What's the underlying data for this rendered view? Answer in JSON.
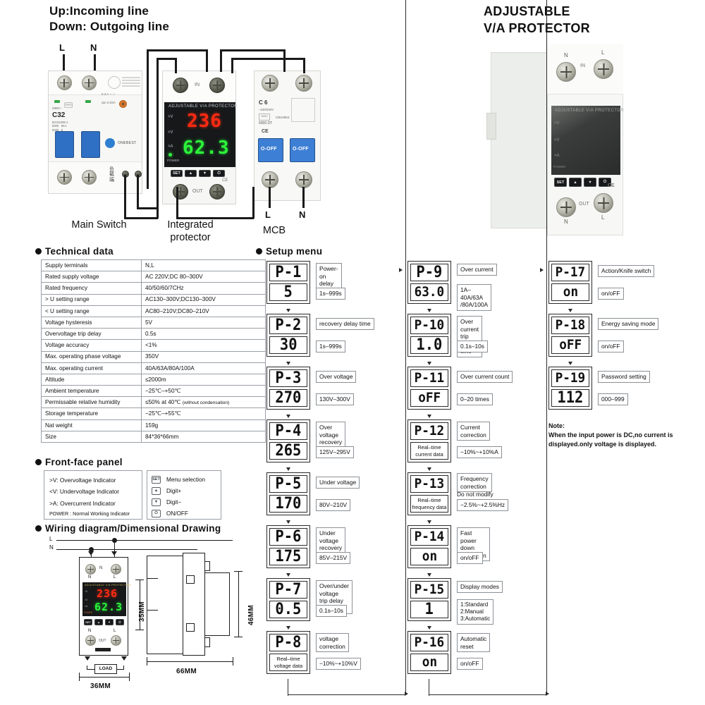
{
  "header": {
    "left_line1": "Up:Incoming line",
    "left_line2": "Down: Outgoing line",
    "right_line1": "ADJUSTABLE",
    "right_line2": "V/A PROTECTOR"
  },
  "install_diagram": {
    "terminal_l": "L",
    "terminal_n": "N",
    "captions": {
      "main_switch": "Main Switch",
      "integrated_protector_l1": "Integrated",
      "integrated_protector_l2": "protector",
      "mcb": "MCB",
      "mcb_l": "L",
      "mcb_n": "N"
    },
    "protector": {
      "brand": "ADJUSTABLE V/A PROTECTOR",
      "voltage_reading": "236",
      "current_reading": "62.3",
      "ind_over_v": ">V",
      "ind_under_v": "<V",
      "ind_over_a": ">A",
      "ind_power": "POWER",
      "in_label": "IN",
      "out_label": "OUT",
      "ce": "CE",
      "buttons": [
        "SET",
        "▲",
        "▼",
        "⏻"
      ]
    },
    "main_switch_marks": {
      "rating": "C32",
      "line1": "230V~ 50Hz",
      "line2": "6000  6",
      "line3": "IΔn: 0.03A",
      "brand": "ONEBEST",
      "load_cn": "负载端"
    },
    "mcb_marks": {
      "rating": "C 6",
      "line1": "~230/400V",
      "line2": "6000  DT",
      "line3": "GB10963",
      "ce": "CE",
      "toggle_text": "O-OFF"
    }
  },
  "product_photo": {
    "in_label": "IN",
    "out_label": "OUT",
    "terminal_n": "N",
    "terminal_l": "L",
    "face_title": "ADJUSTABLE V/A PROTECTOR",
    "ind_over_v": ">V",
    "ind_under_v": "<V",
    "ind_over_a": ">A",
    "ind_power": "POWER",
    "ce": "CE",
    "buttons": [
      "SET",
      "▲",
      "▼",
      "⏻"
    ]
  },
  "technical_data": {
    "title": "Technical data",
    "rows": [
      {
        "key": "Supply terminals",
        "value": "N,L"
      },
      {
        "key": "Rated supply voltage",
        "value": "AC 220V;DC 80–300V"
      },
      {
        "key": "Rated frequency",
        "value": "40/50/60/7CHz"
      },
      {
        "key": "> U setting range",
        "value": "AC130–300V;DC130–300V"
      },
      {
        "key": "< U setting range",
        "value": "AC80–210V;DC80–210V"
      },
      {
        "key": "Voltage hysteresis",
        "value": "5V"
      },
      {
        "key": "Overvoltage trip delay",
        "value": "0.5s"
      },
      {
        "key": "Voltage accuracy",
        "value": "<1%"
      },
      {
        "key": "Max. operating phase voltage",
        "value": "350V"
      },
      {
        "key": "Max. operating current",
        "value": "40A/63A/80A/100A"
      },
      {
        "key": "Altitude",
        "value": "≤2000m"
      },
      {
        "key": "Ambient temperature",
        "value": "−25℃–+50℃"
      },
      {
        "key": "Permissable relative humidity",
        "value": "≤50% at 40℃",
        "value_small": "(without condensation)"
      },
      {
        "key": "Storage temperature",
        "value": "−25℃–+55℃"
      },
      {
        "key": "Nat weight",
        "value": "159g"
      },
      {
        "key": "Size",
        "value": "84*36*66mm"
      }
    ]
  },
  "front_face_panel": {
    "title": "Front-face panel",
    "indicators": [
      ">V: Overvoltage Indicator",
      "<V: Undervoltage Indicator",
      ">A: Overcurrent Indicator",
      "POWER : Normal Working Indicator"
    ],
    "keys": [
      {
        "icon": "SET",
        "label": "Menu selection"
      },
      {
        "icon": "▲",
        "label": "Digit+"
      },
      {
        "icon": "▼",
        "label": "Digit−"
      },
      {
        "icon": "⏻",
        "label": "ON/OFF"
      }
    ]
  },
  "wiring_drawing": {
    "title": "Wiring diagram/Dimensional Drawing",
    "line_l": "L",
    "line_n": "N",
    "term_top_n": "N",
    "term_top_l": "L",
    "term_bot_n": "N",
    "term_bot_l": "L",
    "out_label": "OUT",
    "load_label": "LOAD",
    "face_title": "ADJUSTABLE V/A PROTECTOR",
    "voltage_reading": "236",
    "current_reading": "62.3",
    "ind_over_v": ">V",
    "ind_under_v": "<V",
    "ind_over_a": ">A",
    "ind_power": "POWER",
    "buttons": [
      "SET",
      "▲",
      "▼",
      "⏻"
    ],
    "dim_width": "36MM",
    "dim_depth": "66MM",
    "dim_rail": "35MM",
    "dim_height": "46MM"
  },
  "setup_menu": {
    "title": "Setup menu",
    "note_title": "Note:",
    "note_body": "When the input power is DC,no current is displayed.only voltage is displayed.",
    "columns": [
      {
        "steps": [
          {
            "code": "P-1",
            "value": "5",
            "name": "Power-on delay\ntime",
            "range": "1s–999s"
          },
          {
            "code": "P-2",
            "value": "30",
            "name": "recovery delay time",
            "range": "1s–999s"
          },
          {
            "code": "P-3",
            "value": "270",
            "name": "Over voltage",
            "range": "130V–300V"
          },
          {
            "code": "P-4",
            "value": "265",
            "name": "Over voltage\nrecovery",
            "range": "125V–295V"
          },
          {
            "code": "P-5",
            "value": "170",
            "name": "Under voltage",
            "range": "80V–210V"
          },
          {
            "code": "P-6",
            "value": "175",
            "name": "Under voltage\nrecovery",
            "range": "85V–215V"
          },
          {
            "code": "P-7",
            "value": "0.5",
            "name": "Over/under voltage\ntrip delay time",
            "range": "0.1s–10s"
          },
          {
            "code": "P-8",
            "value_text": "Real–time\nvoltage data",
            "name": "voltage\ncorrection",
            "range": "−10%~+10%V"
          }
        ]
      },
      {
        "steps": [
          {
            "code": "P-9",
            "value": "63.0",
            "name": "Over current",
            "range": "1A–40A/63A\n/80A/100A"
          },
          {
            "code": "P-10",
            "value": "1.0",
            "name": "Over current\ntrip delay time",
            "range": "0.1s–10s"
          },
          {
            "code": "P-11",
            "value": "oFF",
            "name": "Over current count",
            "range": "0–20 times"
          },
          {
            "code": "P-12",
            "value_text": "Real–time\ncurrent data",
            "name": "Current\ncorrection",
            "range": "−10%~+10%A"
          },
          {
            "code": "P-13",
            "value_text": "Real–time\nfrequency data",
            "name": "Frequency\ncorrection",
            "name_extra": "Do not modify",
            "range": "−2.5%~+2.5%Hz"
          },
          {
            "code": "P-14",
            "value": "on",
            "name": "Fast power\ndown protection",
            "range": "on/oFF"
          },
          {
            "code": "P-15",
            "value": "1",
            "name": "Display modes",
            "range": "1:Standard\n2:Manual\n3:Automatic"
          },
          {
            "code": "P-16",
            "value": "on",
            "name": "Automatic\nreset",
            "range": "on/oFF"
          }
        ]
      },
      {
        "steps": [
          {
            "code": "P-17",
            "value": "on",
            "name": "Action/Knife switch",
            "range": "on/oFF"
          },
          {
            "code": "P-18",
            "value": "oFF",
            "name": "Energy saving mode",
            "range": "on/oFF"
          },
          {
            "code": "P-19",
            "value": "112",
            "name": "Password setting",
            "range": "000–999"
          }
        ]
      }
    ]
  },
  "colors": {
    "lcd_red": "#ff2a12",
    "lcd_green": "#2bf43a",
    "toggle_blue": "#2f6fc4",
    "line": "#1a1a1a"
  }
}
